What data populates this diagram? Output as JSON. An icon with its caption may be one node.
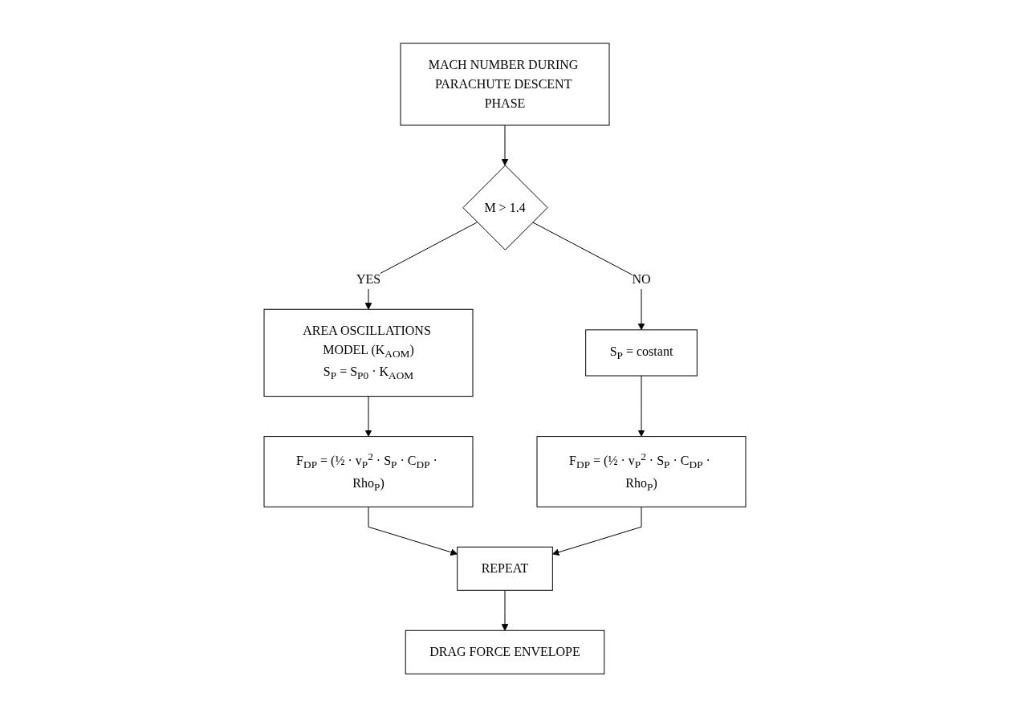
{
  "diagram": {
    "nodes": [
      {
        "text": [
          "MACH NUMBER DURING PARACHUTE DESCENT PHASE"
        ]
      },
      {
        "text": [
          "M > 1.4"
        ]
      },
      {
        "text": [
          "AREA OSCILLATIONS MODEL (K$_{AOM}$)",
          "S$_{P}$ = S$_{P0}$ · K$_{AOM}$"
        ]
      },
      {
        "text": [
          "S$_{P}$ = costant"
        ]
      },
      {
        "text": [
          "F$_{DP}$ = (½ · v$_{P}$$^{2}$ · S$_{P}$ · C$_{DP}$ · Rho$_{P}$)"
        ]
      },
      {
        "text": [
          "F$_{DP}$ = (½ · v$_{P}$$^{2}$ · S$_{P}$ · C$_{DP}$ · Rho$_{P}$)"
        ]
      },
      {
        "text": [
          "REPEAT"
        ]
      },
      {
        "text": [
          "DRAG FORCE ENVELOPE"
        ]
      }
    ],
    "edges": [
      {
        "from": 0,
        "to": 1,
        "arrow": "to"
      },
      {
        "from": 1,
        "to": 2,
        "arrow": "to",
        "label": "YES"
      },
      {
        "from": 1,
        "to": 3,
        "arrow": "to",
        "label": "NO"
      },
      {
        "from": 2,
        "to": 4,
        "arrow": "to"
      },
      {
        "from": 3,
        "to": 5,
        "arrow": "to"
      },
      {
        "from": 4,
        "to": 6,
        "arrow": "to"
      },
      {
        "from": 5,
        "to": 6,
        "arrow": "to"
      },
      {
        "from": 6,
        "to": 7,
        "arrow": "to"
      }
    ]
  }
}
